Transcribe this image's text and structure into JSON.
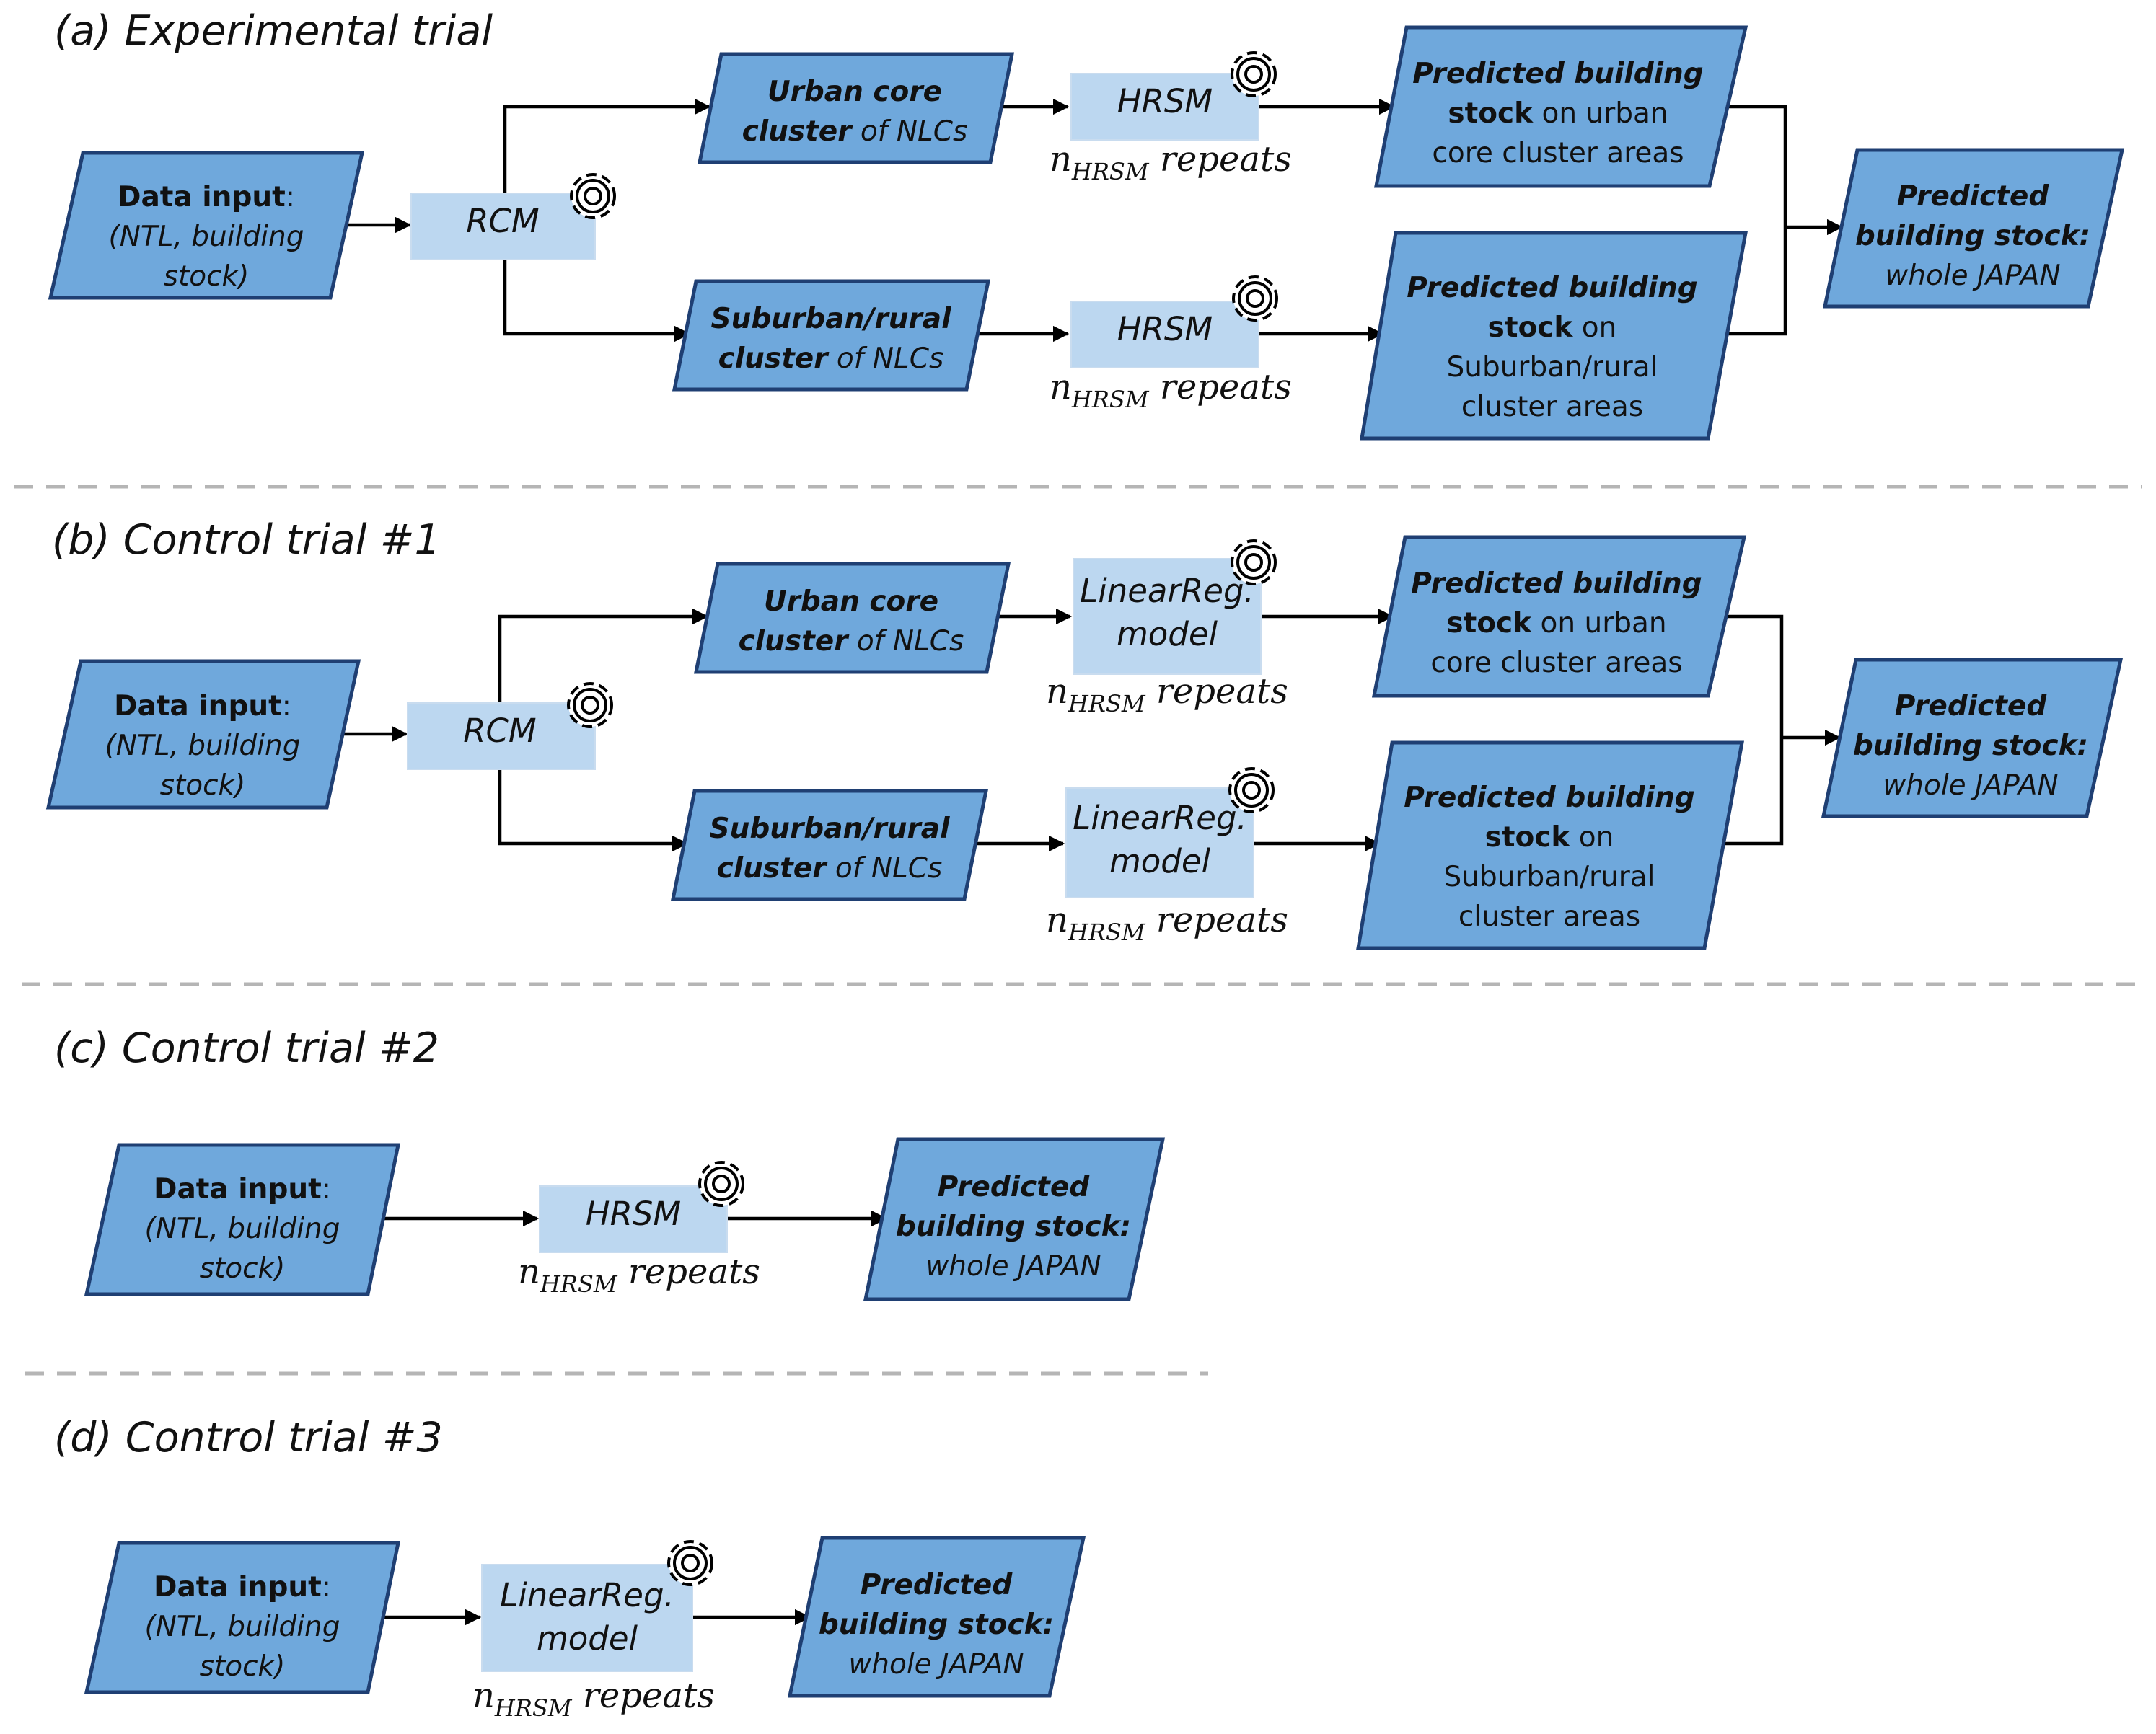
{
  "sections": {
    "a": {
      "title": "(a) Experimental trial"
    },
    "b": {
      "title": "(b) Control trial #1"
    },
    "c": {
      "title": "(c) Control trial #2"
    },
    "d": {
      "title": "(d) Control trial #3"
    }
  },
  "input": {
    "line1_bold": "Data input",
    "line1_rest": ":",
    "line2": "(NTL, building",
    "line3": "stock)"
  },
  "urban": {
    "line1": "Urban core",
    "line2_bold": "cluster",
    "line2_rest": " of NLCs"
  },
  "suburban": {
    "line1": "Suburban/rural",
    "line2_bold": "cluster",
    "line2_rest": " of NLCs"
  },
  "pred_urban": {
    "line1": "Predicted building",
    "line2_bold": "stock",
    "line2_rest": " on urban",
    "line3": "core cluster areas"
  },
  "pred_sub": {
    "line1": "Predicted building",
    "line2_bold": "stock",
    "line2_rest": " on",
    "line3": "Suburban/rural",
    "line4": "cluster areas"
  },
  "pred_whole": {
    "line1": "Predicted",
    "line2": "building stock:",
    "line3": "whole JAPAN"
  },
  "rcm": {
    "label": "RCM"
  },
  "hrsm": {
    "label": "HRSM"
  },
  "linreg": {
    "line1": "LinearReg.",
    "line2": "model"
  },
  "repeats": {
    "n": "n",
    "sub": "HRSM",
    "word": " repeats"
  },
  "icons": {
    "process": "gear-icon",
    "arrowhead": "arrowhead-icon"
  },
  "colors": {
    "data_fill": "#6fa8dc",
    "data_stroke": "#1f3f73",
    "process_fill": "#bcd7f0",
    "separator": "#b5b5b5"
  }
}
